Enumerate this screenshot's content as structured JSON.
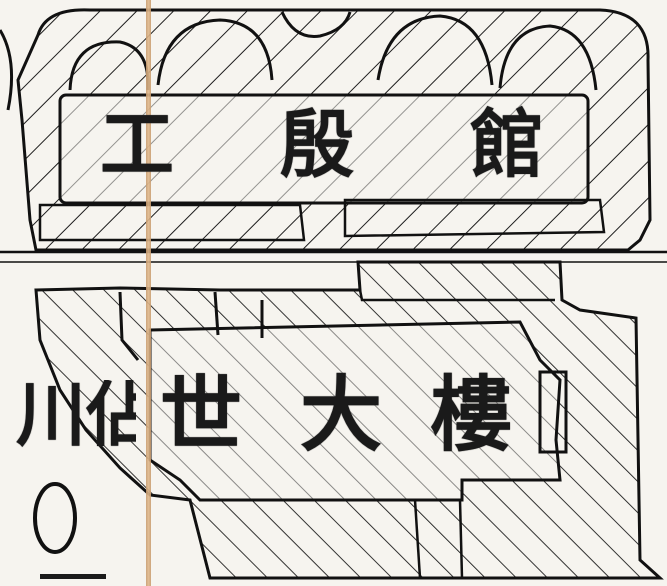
{
  "diagram": {
    "top_block": {
      "chars": [
        "工",
        "殷",
        "館"
      ]
    },
    "bottom_block": {
      "chars": [
        "世",
        "大",
        "樓"
      ]
    },
    "left_fragment": {
      "text": "川佔"
    }
  },
  "colors": {
    "ink": "#1a1a1a",
    "paper": "#f6f4ef",
    "binding": "#d4a77c"
  }
}
